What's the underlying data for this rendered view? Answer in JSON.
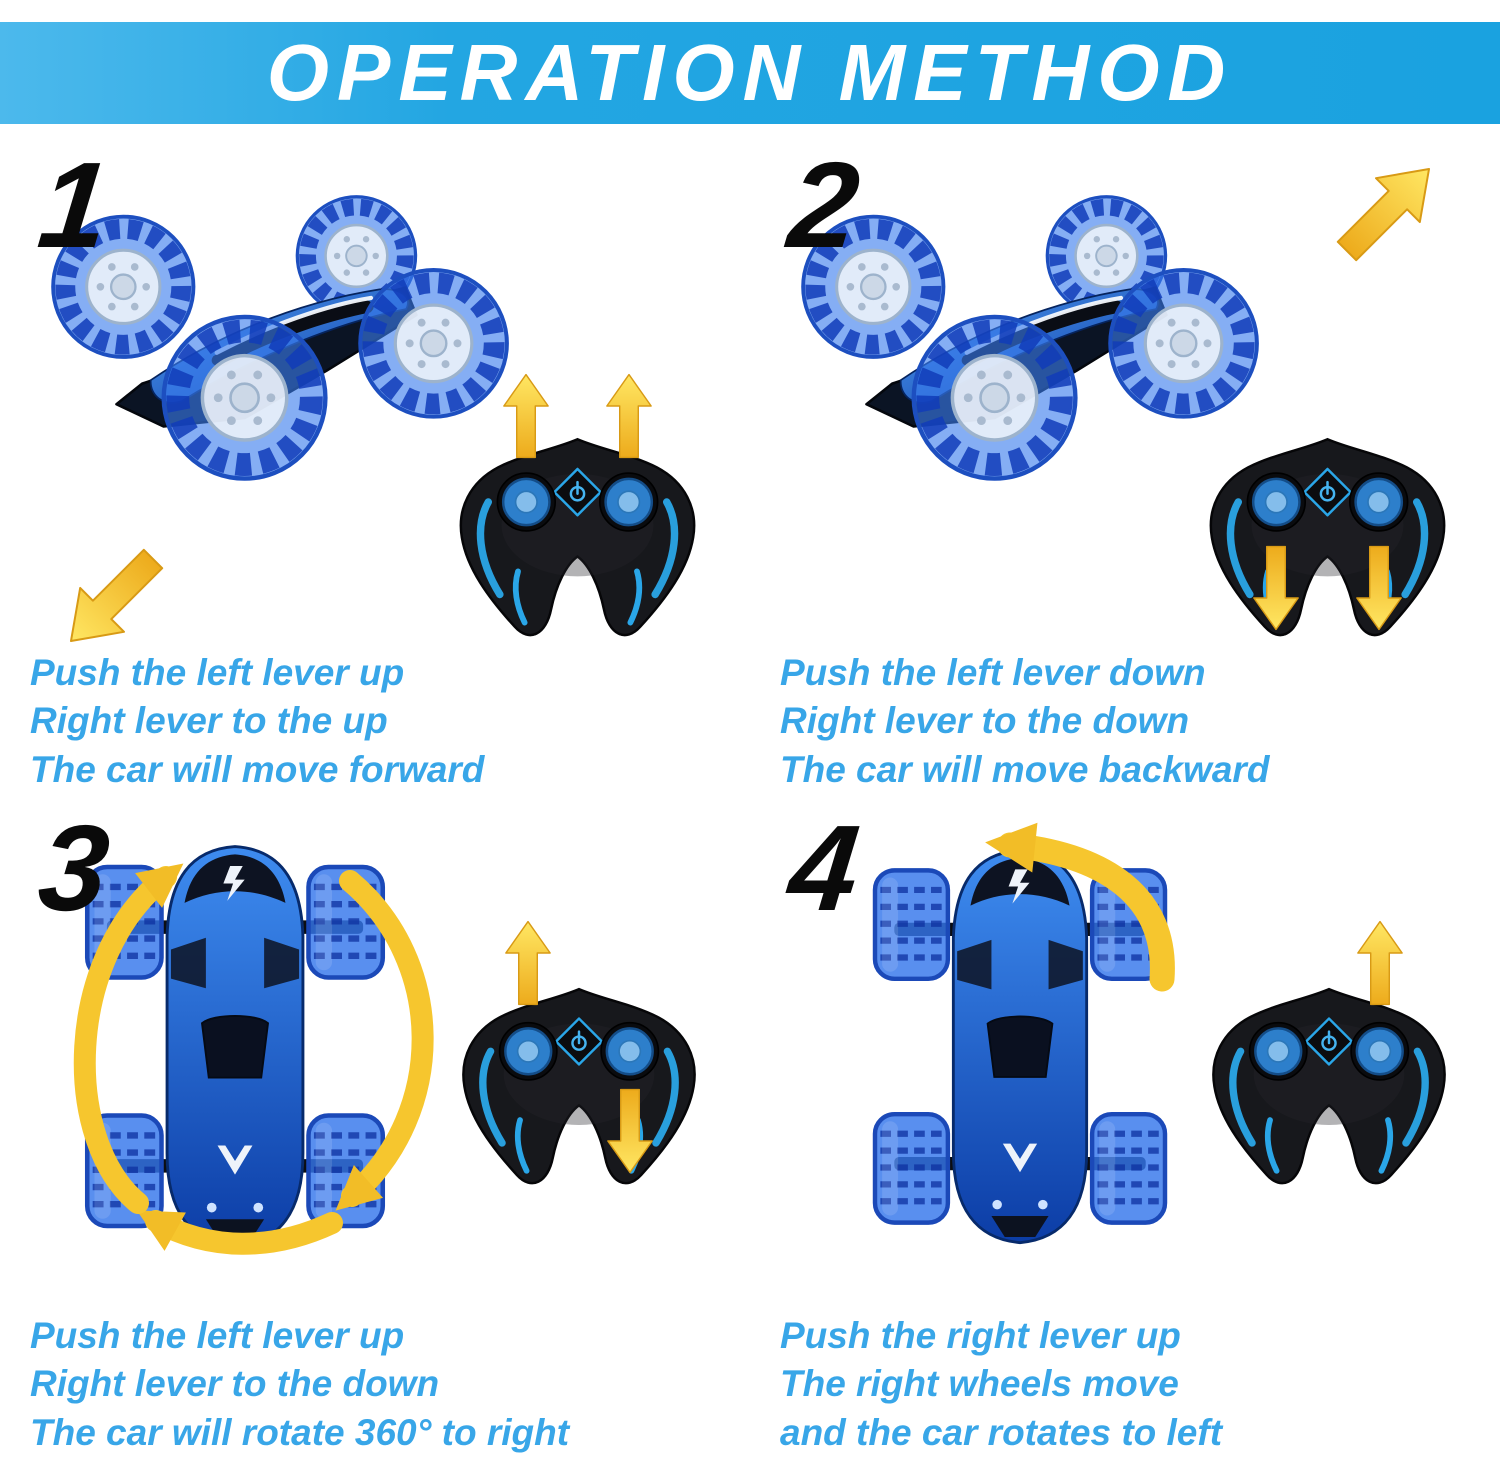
{
  "header": {
    "title": "OPERATION METHOD"
  },
  "steps": [
    {
      "number": "1",
      "lines": [
        "Push the left lever up",
        "Right lever to the up",
        "The car will move forward"
      ]
    },
    {
      "number": "2",
      "lines": [
        "Push the left lever down",
        "Right lever to the down",
        "The car will move backward"
      ]
    },
    {
      "number": "3",
      "lines": [
        "Push the left lever up",
        "Right lever to the down",
        "The car will rotate 360° to right"
      ]
    },
    {
      "number": "4",
      "lines": [
        "Push the right lever up",
        "The right wheels move",
        "and the car rotates to left"
      ]
    }
  ],
  "colors": {
    "header_bg": "#23a6e2",
    "caption_text": "#38a6e8",
    "arrow_yellow": "#f6c62e",
    "car_blue": "#2f6fe0",
    "controller_black": "#17181c"
  },
  "illustrations": {
    "car_side": "rc-stunt-car-side-view",
    "car_top": "rc-stunt-car-top-view",
    "controller": "remote-controller",
    "arrow": "direction-arrow"
  }
}
